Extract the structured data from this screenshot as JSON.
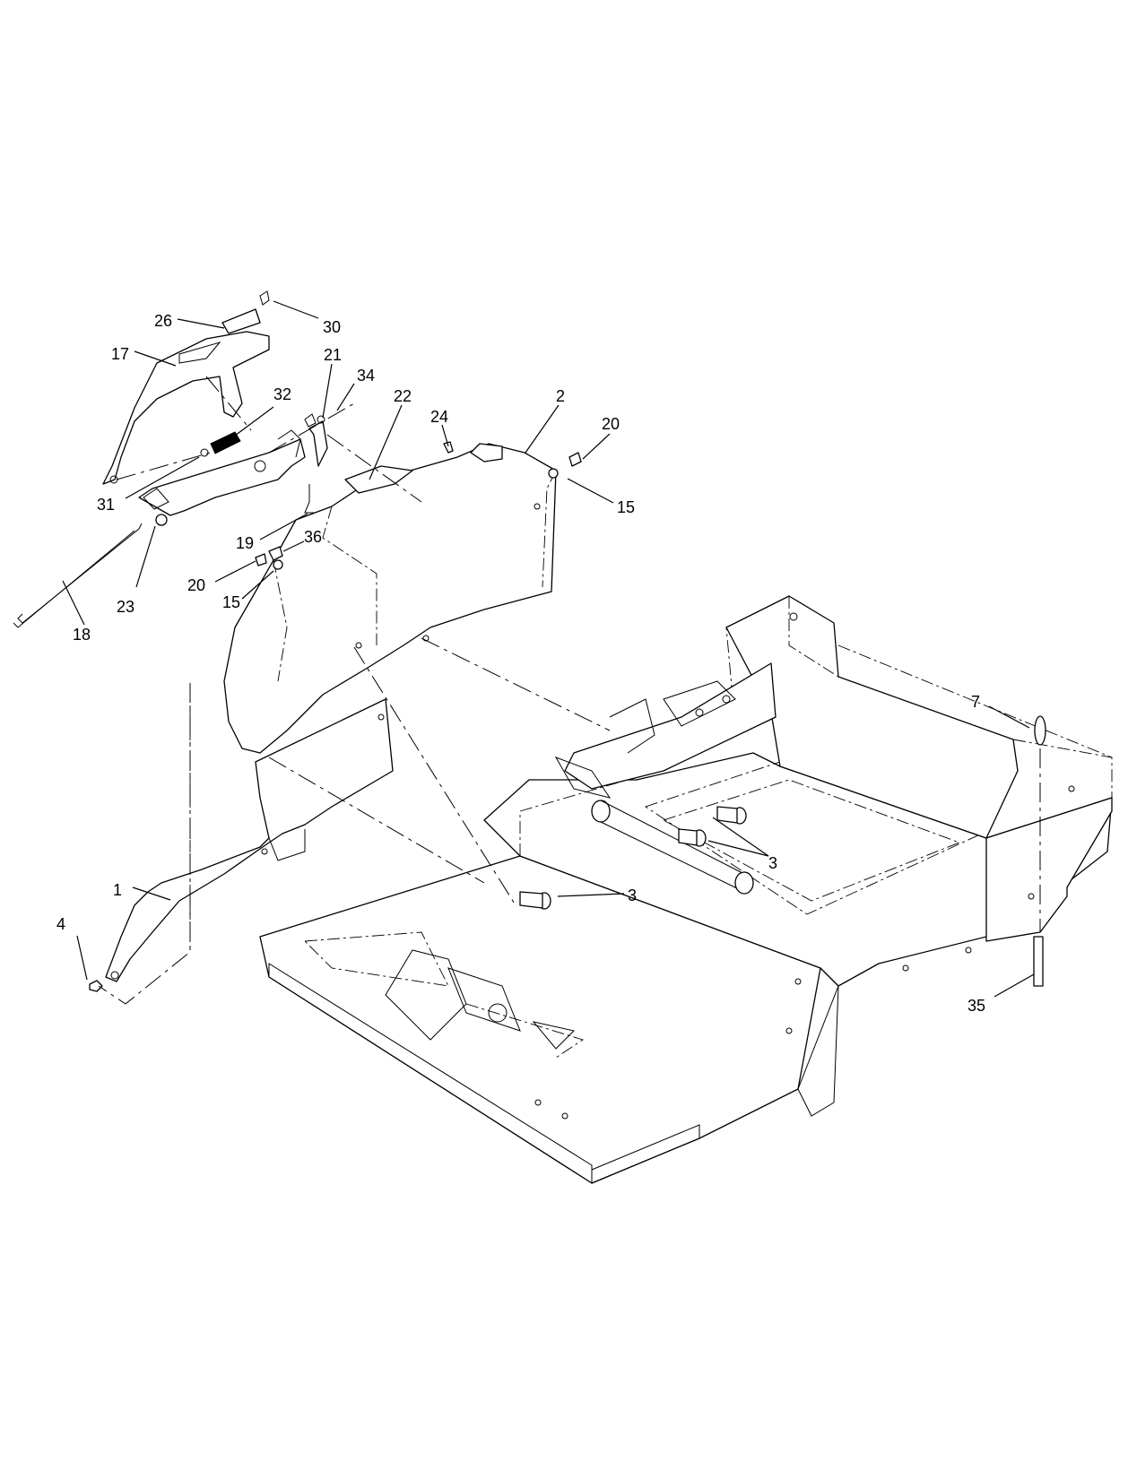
{
  "colors": {
    "line": "#000000",
    "background": "#ffffff"
  },
  "callouts": [
    {
      "id": "c26",
      "label": "26"
    },
    {
      "id": "c30",
      "label": "30"
    },
    {
      "id": "c17",
      "label": "17"
    },
    {
      "id": "c21",
      "label": "21"
    },
    {
      "id": "c34",
      "label": "34"
    },
    {
      "id": "c32",
      "label": "32"
    },
    {
      "id": "c22",
      "label": "22"
    },
    {
      "id": "c24",
      "label": "24"
    },
    {
      "id": "c2",
      "label": "2"
    },
    {
      "id": "c20a",
      "label": "20"
    },
    {
      "id": "c15a",
      "label": "15"
    },
    {
      "id": "c31",
      "label": "31"
    },
    {
      "id": "c19",
      "label": "19"
    },
    {
      "id": "c36",
      "label": "36"
    },
    {
      "id": "c23",
      "label": "23"
    },
    {
      "id": "c20b",
      "label": "20"
    },
    {
      "id": "c15b",
      "label": "15"
    },
    {
      "id": "c18",
      "label": "18"
    },
    {
      "id": "c7",
      "label": "7"
    },
    {
      "id": "c3a",
      "label": "3"
    },
    {
      "id": "c1",
      "label": "1"
    },
    {
      "id": "c3b",
      "label": "3"
    },
    {
      "id": "c4",
      "label": "4"
    },
    {
      "id": "c35",
      "label": "35"
    }
  ]
}
